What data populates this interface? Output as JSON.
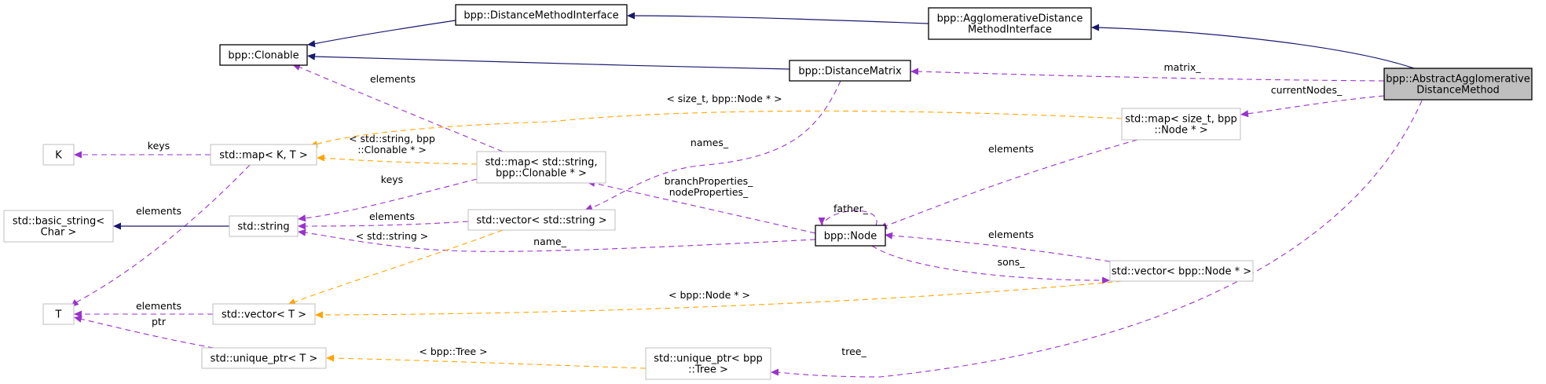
{
  "diagram": {
    "title": "bpp::AbstractAgglomerativeDistanceMethod collaboration graph",
    "colors": {
      "inheritance": "#191970",
      "usage": "#9a32cd",
      "template": "#ffa500",
      "focus_fill": "#bfbfbf",
      "documented_border": "#000000",
      "external_border": "#bfbfbf"
    },
    "nodes": [
      {
        "id": "abstract",
        "kind": "focus",
        "lines": [
          "bpp::AbstractAgglomerative",
          "DistanceMethod"
        ]
      },
      {
        "id": "aggIface",
        "kind": "doc",
        "lines": [
          "bpp::AgglomerativeDistance",
          "MethodInterface"
        ]
      },
      {
        "id": "distIface",
        "kind": "doc",
        "lines": [
          "bpp::DistanceMethodInterface"
        ]
      },
      {
        "id": "clonable",
        "kind": "doc",
        "lines": [
          "bpp::Clonable"
        ]
      },
      {
        "id": "distMatrix",
        "kind": "doc",
        "lines": [
          "bpp::DistanceMatrix"
        ]
      },
      {
        "id": "node",
        "kind": "doc",
        "lines": [
          "bpp::Node"
        ]
      },
      {
        "id": "mapSizeNode",
        "kind": "ext",
        "lines": [
          "std::map< size_t, bpp",
          "::Node * >"
        ]
      },
      {
        "id": "mapStrClon",
        "kind": "ext",
        "lines": [
          "std::map< std::string,",
          "bpp::Clonable * >"
        ]
      },
      {
        "id": "mapKT",
        "kind": "ext",
        "lines": [
          "std::map< K, T >"
        ]
      },
      {
        "id": "K",
        "kind": "ext",
        "lines": [
          "K"
        ]
      },
      {
        "id": "basicString",
        "kind": "ext",
        "lines": [
          "std::basic_string<",
          "Char >"
        ]
      },
      {
        "id": "string",
        "kind": "ext",
        "lines": [
          "std::string"
        ]
      },
      {
        "id": "vecStr",
        "kind": "ext",
        "lines": [
          "std::vector< std::string >"
        ]
      },
      {
        "id": "T",
        "kind": "ext",
        "lines": [
          "T"
        ]
      },
      {
        "id": "vecT",
        "kind": "ext",
        "lines": [
          "std::vector< T >"
        ]
      },
      {
        "id": "uptrT",
        "kind": "ext",
        "lines": [
          "std::unique_ptr< T >"
        ]
      },
      {
        "id": "vecNode",
        "kind": "ext",
        "lines": [
          "std::vector< bpp::Node * >"
        ]
      },
      {
        "id": "uptrTree",
        "kind": "ext",
        "lines": [
          "std::unique_ptr< bpp",
          "::Tree >"
        ]
      }
    ],
    "edges": [
      {
        "id": "e1",
        "from": "aggIface",
        "to": "distIface",
        "type": "inheritance",
        "label": []
      },
      {
        "id": "e2",
        "from": "abstract",
        "to": "aggIface",
        "type": "inheritance",
        "label": []
      },
      {
        "id": "e3",
        "from": "distIface",
        "to": "clonable",
        "type": "inheritance",
        "label": []
      },
      {
        "id": "e4",
        "from": "distMatrix",
        "to": "clonable",
        "type": "inheritance",
        "label": []
      },
      {
        "id": "e5",
        "from": "abstract",
        "to": "distMatrix",
        "type": "usage",
        "label": [
          "matrix_"
        ]
      },
      {
        "id": "e6",
        "from": "abstract",
        "to": "mapSizeNode",
        "type": "usage",
        "label": [
          "currentNodes_"
        ]
      },
      {
        "id": "e7",
        "from": "abstract",
        "to": "uptrTree",
        "type": "usage",
        "label": [
          "tree_"
        ]
      },
      {
        "id": "e8",
        "from": "mapSizeNode",
        "to": "mapKT",
        "type": "template",
        "label": [
          "< size_t, bpp::Node * >"
        ]
      },
      {
        "id": "e9",
        "from": "mapSizeNode",
        "to": "node",
        "type": "usage",
        "label": [
          "elements"
        ]
      },
      {
        "id": "e10",
        "from": "distMatrix",
        "to": "vecStr",
        "type": "usage",
        "label": [
          "names_"
        ]
      },
      {
        "id": "e11",
        "from": "mapStrClon",
        "to": "clonable",
        "type": "usage",
        "label": [
          "elements"
        ]
      },
      {
        "id": "e12",
        "from": "mapStrClon",
        "to": "mapKT",
        "type": "template",
        "label": [
          "< std::string, bpp",
          "::Clonable * >"
        ]
      },
      {
        "id": "e13",
        "from": "mapStrClon",
        "to": "string",
        "type": "usage",
        "label": [
          "keys"
        ]
      },
      {
        "id": "e14",
        "from": "mapKT",
        "to": "K",
        "type": "usage",
        "label": [
          "keys"
        ]
      },
      {
        "id": "e15",
        "from": "mapKT",
        "to": "T",
        "type": "usage",
        "label": [
          "elements"
        ]
      },
      {
        "id": "e16",
        "from": "string",
        "to": "basicString",
        "type": "inheritance",
        "label": []
      },
      {
        "id": "e17",
        "from": "vecStr",
        "to": "string",
        "type": "usage",
        "label": [
          "elements"
        ]
      },
      {
        "id": "e18",
        "from": "node",
        "to": "string",
        "type": "usage",
        "label": [
          "name_"
        ]
      },
      {
        "id": "e19",
        "from": "vecStr",
        "to": "vecT",
        "type": "template",
        "label": [
          "< std::string >"
        ]
      },
      {
        "id": "e20",
        "from": "node",
        "to": "mapStrClon",
        "type": "usage",
        "label": [
          "branchProperties_",
          "nodeProperties_"
        ]
      },
      {
        "id": "e21",
        "from": "node",
        "to": "node",
        "type": "usage",
        "label": [
          "father_"
        ]
      },
      {
        "id": "e22",
        "from": "vecNode",
        "to": "node",
        "type": "usage",
        "label": [
          "elements"
        ]
      },
      {
        "id": "e23",
        "from": "node",
        "to": "vecNode",
        "type": "usage",
        "label": [
          "sons_"
        ]
      },
      {
        "id": "e24",
        "from": "vecNode",
        "to": "vecT",
        "type": "template",
        "label": [
          "< bpp::Node * >"
        ]
      },
      {
        "id": "e25",
        "from": "vecT",
        "to": "T",
        "type": "usage",
        "label": [
          "elements"
        ]
      },
      {
        "id": "e26",
        "from": "uptrT",
        "to": "T",
        "type": "usage",
        "label": [
          "ptr"
        ]
      },
      {
        "id": "e27",
        "from": "uptrTree",
        "to": "uptrT",
        "type": "template",
        "label": [
          "< bpp::Tree >"
        ]
      }
    ]
  }
}
